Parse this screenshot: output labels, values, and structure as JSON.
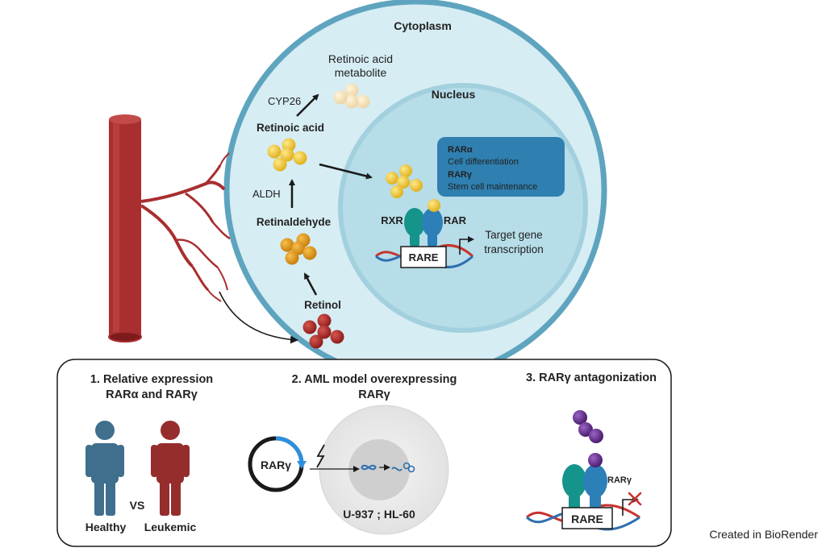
{
  "cytoplasm_label": "Cytoplasm",
  "nucleus_label": "Nucleus",
  "pathway": {
    "retinol": "Retinol",
    "retinaldehyde": "Retinaldehyde",
    "aldh": "ALDH",
    "retinoic_acid": "Retinoic acid",
    "cyp26": "CYP26",
    "metabolite_line1": "Retinoic acid",
    "metabolite_line2": "metabolite"
  },
  "nucleus": {
    "info_box": {
      "rara_title": "RARα",
      "rara_desc": "Cell differentiation",
      "rarg_title": "RARγ",
      "rarg_desc": "Stem cell maintenance"
    },
    "rxr_label": "RXR",
    "rar_label": "RAR",
    "rare_label": "RARE",
    "target_line1": "Target gene",
    "target_line2": "transcription"
  },
  "panels": {
    "panel1": {
      "title_line1": "1. Relative expression",
      "title_line2": "RARα and RARγ",
      "vs": "VS",
      "healthy": "Healthy",
      "leukemic": "Leukemic"
    },
    "panel2": {
      "title_line1": "2. AML model overexpressing",
      "title_line2": "RARγ",
      "plasmid_label": "RARγ",
      "cell_lines": "U-937 ; HL-60"
    },
    "panel3": {
      "title": "3. RARγ antagonization",
      "rarg_label": "RARγ",
      "rare_label": "RARE"
    }
  },
  "credit": "Created in BioRender",
  "colors": {
    "cytoplasm_fill": "#d6edf3",
    "cytoplasm_stroke": "#5ea4bf",
    "nucleus_fill": "#b6dde8",
    "info_box": "#2f7fb0",
    "vessel": "#a82e30",
    "healthy": "#3f6f8c",
    "leukemic": "#962d2d",
    "rxr": "#14948a",
    "rar": "#2d7fb8",
    "antagonist": "#5b2d82"
  }
}
